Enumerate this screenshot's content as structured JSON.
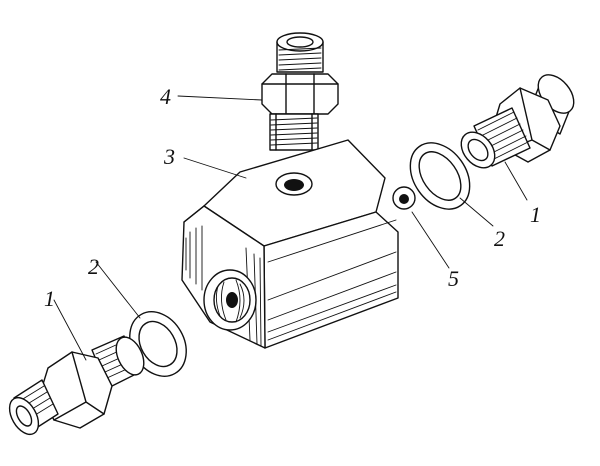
{
  "callouts": {
    "fitting_left": "1",
    "washer_left": "2",
    "tee_body": "3",
    "top_fitting": "4",
    "fitting_right": "1",
    "washer_right": "2",
    "ball": "5"
  },
  "colors": {
    "ink": "#111111",
    "paper": "#ffffff"
  }
}
